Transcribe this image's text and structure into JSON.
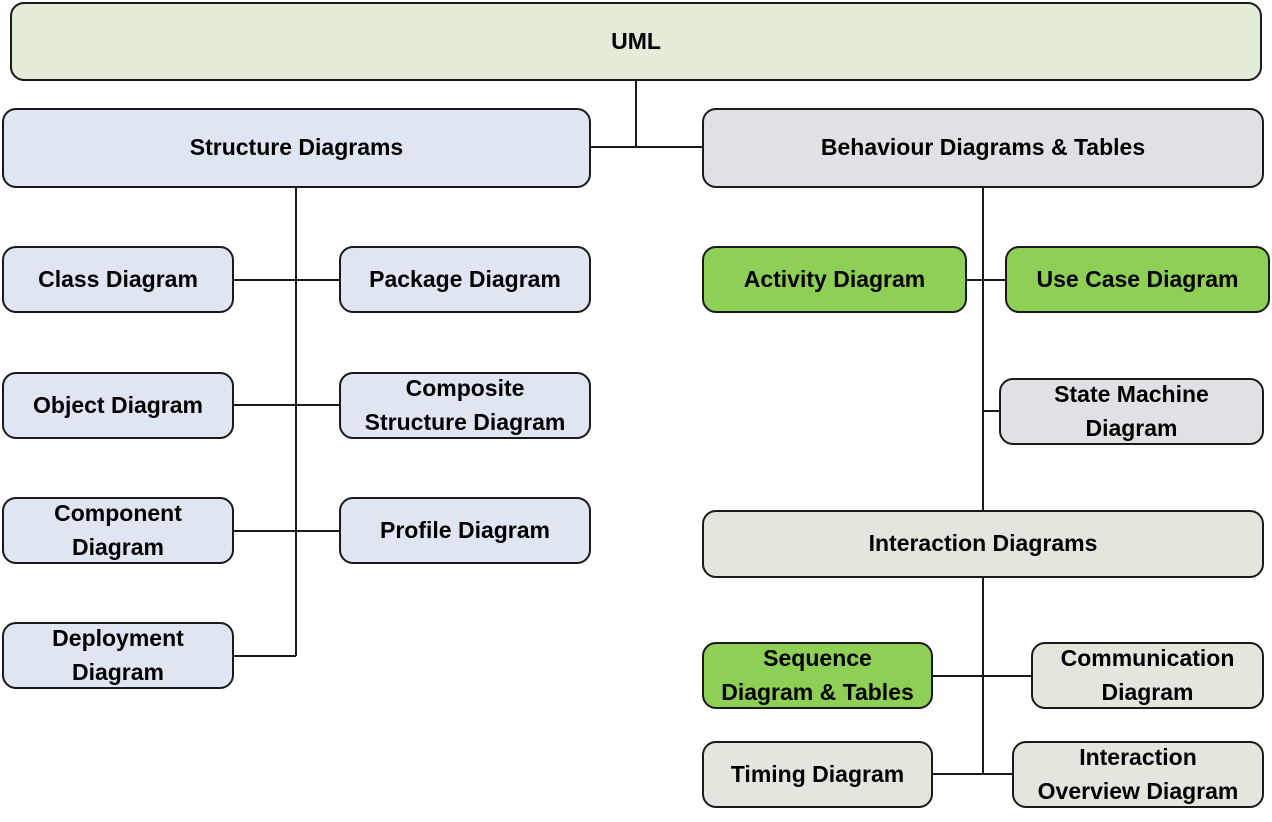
{
  "diagram": {
    "root": "UML",
    "structure": {
      "title": "Structure Diagrams",
      "class": "Class Diagram",
      "package": "Package Diagram",
      "object": "Object Diagram",
      "composite_1": "Composite",
      "composite_2": "Structure Diagram",
      "component_1": "Component",
      "component_2": "Diagram",
      "profile": "Profile Diagram",
      "deployment_1": "Deployment",
      "deployment_2": "Diagram"
    },
    "behaviour": {
      "title": "Behaviour Diagrams & Tables",
      "activity": "Activity Diagram",
      "use_case": "Use Case Diagram",
      "state_machine_1": "State Machine",
      "state_machine_2": "Diagram"
    },
    "interaction": {
      "title": "Interaction Diagrams",
      "sequence_1": "Sequence",
      "sequence_2": "Diagram & Tables",
      "communication_1": "Communication",
      "communication_2": "Diagram",
      "timing": "Timing Diagram",
      "overview_1": "Interaction",
      "overview_2": "Overview Diagram"
    },
    "colors": {
      "root_fill": "#e2ecd9",
      "structure_fill": "#dfe6f2",
      "behaviour_fill": "#e1e1e5",
      "interaction_fill": "#e3e6dc",
      "highlight_fill": "#8ecf55",
      "line": "#1a1a1a"
    }
  }
}
